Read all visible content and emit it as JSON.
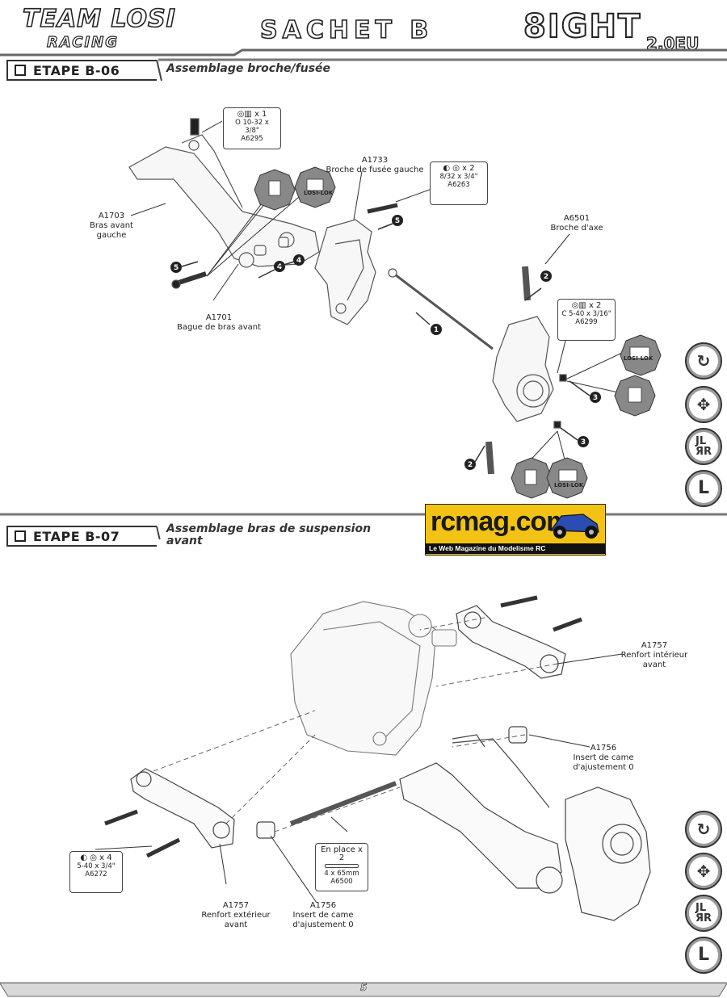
{
  "header": {
    "logo_team": "TEAM LOSI",
    "logo_racing": "RACING",
    "title": "SACHET B",
    "logo_eight": "8IGHT",
    "logo_eight_sub": "2.0EU"
  },
  "step_b06": {
    "step_label": "ETAPE B-06",
    "description": "Assemblage broche/fusée",
    "labels": {
      "a1703": [
        "A1703",
        "Bras avant",
        "gauche"
      ],
      "a1701": [
        "A1701",
        "Bague de bras avant"
      ],
      "a1733": [
        "A1733",
        "Broche de fusée gauche"
      ],
      "a6501": [
        "A6501",
        "Broche d'axe"
      ]
    },
    "hardware": [
      {
        "qty": "x 1",
        "spec": "O 10-32 x 3/8\"",
        "part": "A6295"
      },
      {
        "qty": "x 2",
        "spec": "8/32 x 3/4\"",
        "part": "A6263"
      },
      {
        "qty": "x 2",
        "spec": "C 5-40 x 3/16\"",
        "part": "A6299"
      }
    ],
    "losi_lok": "LOSI-LOK",
    "steps": [
      "1",
      "2",
      "3",
      "4",
      "5"
    ]
  },
  "step_b07": {
    "step_label": "ETAPE B-07",
    "description_line1": "Assemblage bras de suspension",
    "description_line2": "avant",
    "labels": {
      "a1757_inner": [
        "A1757",
        "Renfort intérieur",
        "avant"
      ],
      "a1756_right": [
        "A1756",
        "Insert de came",
        "d'ajustement 0"
      ],
      "a1757_outer": [
        "A1757",
        "Renfort extérieur",
        "avant"
      ],
      "a1756_left": [
        "A1756",
        "Insert de came",
        "d'ajustement 0"
      ]
    },
    "hardware": [
      {
        "qty": "x 4",
        "spec": "5-40 x 3/4\"",
        "part": "A6272"
      },
      {
        "qty": "x 2",
        "prefix": "En place",
        "spec": "4 x 65mm",
        "part": "A6500"
      }
    ]
  },
  "watermark": {
    "site": "rcmag.com",
    "tagline": "Le Web Magazine du Modelisme RC"
  },
  "side_icons": [
    "rotate-icon",
    "move-icon",
    "mirror-icon",
    "left-icon"
  ],
  "side_icon_text": {
    "mirror": "JL\nЯR",
    "left": "L"
  },
  "footer": {
    "page_number": "5"
  }
}
